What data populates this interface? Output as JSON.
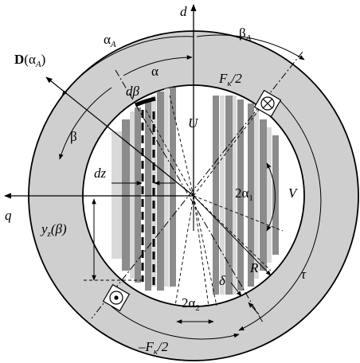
{
  "labels": {
    "d": "d",
    "q": "q",
    "alphaA": "α",
    "alphaA_sub": "A",
    "betaA": "β",
    "betaA_sub": "A",
    "D": "D",
    "D_arg": "(α",
    "D_arg_sub": "A",
    "D_close": ")",
    "alpha": "α",
    "dbeta": "dβ",
    "Fk_top": "F",
    "Fk_top_sub": "к",
    "Fk_top_div": "/2",
    "Fk_bot": "–F",
    "Fk_bot_sub": "к",
    "Fk_bot_div": "/2",
    "U": "U",
    "beta": "β",
    "dz": "dz",
    "V": "V",
    "two_alpha1": "2α",
    "two_alpha1_sub": "1",
    "yz": "y",
    "yz_sub": "z",
    "yz_arg": "(β)",
    "R": "R",
    "delta": "δ",
    "tau": "τ",
    "two_alpha2": "2α",
    "two_alpha2_sub": "2"
  },
  "colors": {
    "ring": "#cfcfcf",
    "stripe_dark": "#8c8c8c",
    "stripe_light": "#d9d9d9",
    "line": "#000000"
  }
}
